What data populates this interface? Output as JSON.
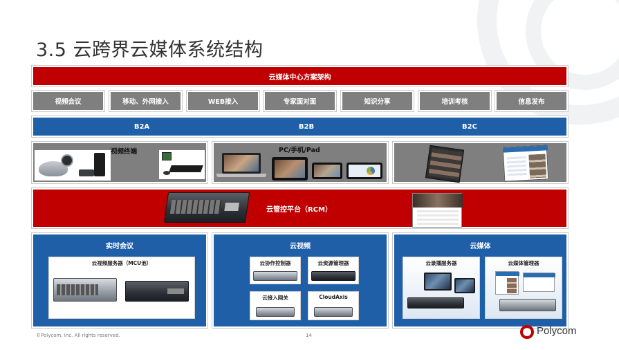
{
  "title": "3.5 云跨界云媒体系统结构",
  "architecture_label": "云媒体中心方案架构",
  "access_buttons": [
    "视频会议",
    "移动、外网接入",
    "WEB接入",
    "专家面对面",
    "知识分享",
    "培训考核",
    "信息发布"
  ],
  "b_labels": [
    "B2A",
    "B2B",
    "B2C"
  ],
  "terminal_panels": {
    "video_terminal": "视频终端",
    "devices": "PC/手机/Pad"
  },
  "platform_label": "云管控平台（RCM）",
  "bottom_panels": {
    "realtime": {
      "title": "实时会议",
      "box": "云视频服务器（MCU池）"
    },
    "cloud_video": {
      "title": "云视频",
      "boxes": [
        "云协作控制器",
        "云资源管理器",
        "云接入网关",
        "CloudAxis"
      ]
    },
    "cloud_media": {
      "title": "云媒体",
      "boxes": [
        "云录播服务器",
        "云媒体管理器"
      ]
    }
  },
  "footer": {
    "copyright": "©Polycom,  Inc. All rights reserved.",
    "page_number": "14",
    "logo": "Polycom"
  },
  "colors": {
    "red": "#c00000",
    "blue": "#1f5fa8",
    "gray": "#7f7f7f"
  }
}
